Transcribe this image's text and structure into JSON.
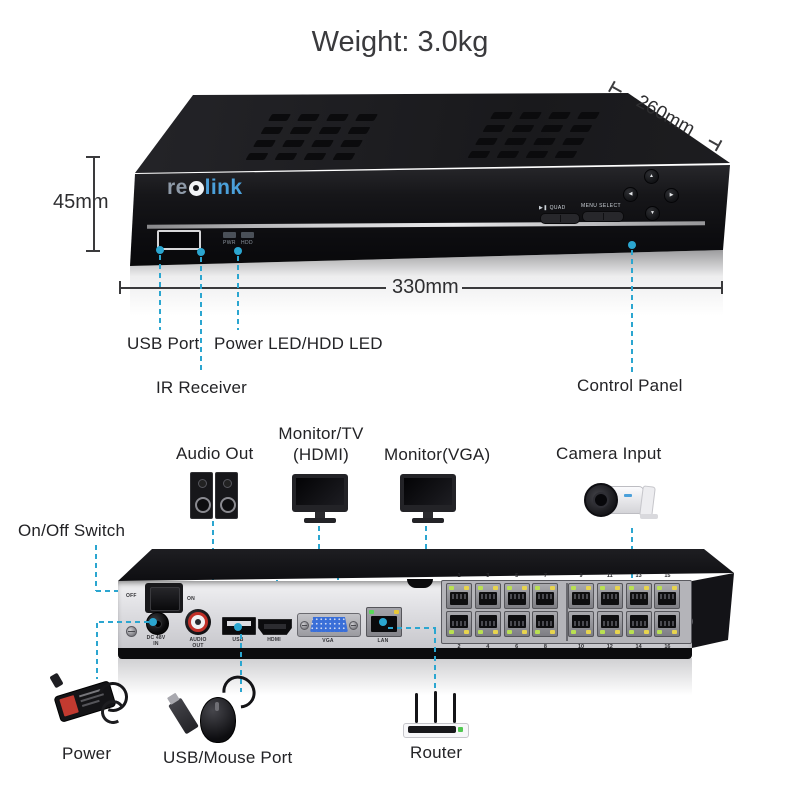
{
  "title": "Weight: 3.0kg",
  "accent_color": "#2BA6D0",
  "brand": {
    "re": "re",
    "link": "link"
  },
  "dimensions": {
    "depth": "260mm",
    "height": "45mm",
    "width": "330mm"
  },
  "front_panel": {
    "btn_play_quad": "▶❚ QUAD",
    "btn_menu_select": "MENU SELECT",
    "led_pwr": "PWR",
    "led_hdd": "HDD"
  },
  "front_annotations": {
    "usb_port": "USB Port",
    "ir_receiver": "IR Receiver",
    "power_hdd_led": "Power LED/HDD LED",
    "control_panel": "Control Panel"
  },
  "rear_annotations": {
    "audio_out": "Audio Out",
    "monitor_hdmi_line1": "Monitor/TV",
    "monitor_hdmi_line2": "(HDMI)",
    "monitor_vga": "Monitor(VGA)",
    "camera_input": "Camera Input",
    "on_off_switch": "On/Off Switch",
    "power": "Power",
    "usb_mouse": "USB/Mouse Port",
    "router": "Router"
  },
  "rear_ports": {
    "off": "OFF",
    "on": "ON",
    "dc_line1": "DC 48V",
    "dc_line2": "IN",
    "audio_line1": "AUDIO",
    "audio_line2": "OUT",
    "usb": "USB",
    "hdmi": "HDMI",
    "vga": "VGA",
    "lan": "LAN",
    "poe_top": [
      "1",
      "3",
      "5",
      "7",
      "9",
      "11",
      "13",
      "15"
    ],
    "poe_bottom": [
      "2",
      "4",
      "6",
      "8",
      "10",
      "12",
      "14",
      "16"
    ]
  }
}
